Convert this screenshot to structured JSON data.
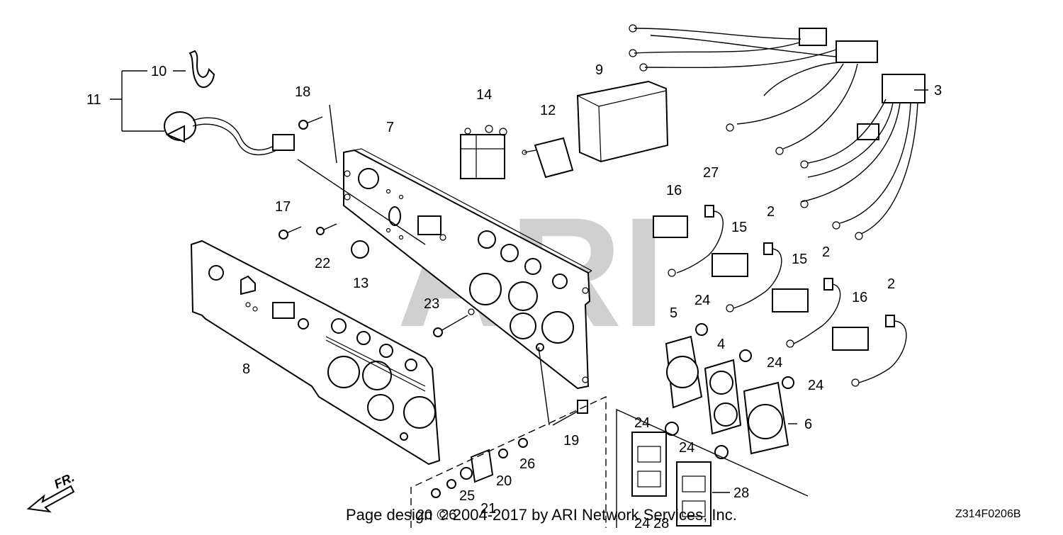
{
  "diagram": {
    "part_numbers": [
      "2",
      "2",
      "2",
      "3",
      "4",
      "5",
      "6",
      "7",
      "8",
      "9",
      "10",
      "11",
      "12",
      "13",
      "14",
      "15",
      "15",
      "16",
      "16",
      "17",
      "18",
      "19",
      "20",
      "20",
      "21",
      "22",
      "23",
      "24",
      "24",
      "24",
      "24",
      "24",
      "24",
      "25",
      "26",
      "26",
      "27",
      "28",
      "28"
    ],
    "watermark": "ARI",
    "footer_copyright": "Page design © 2004-2017 by ARI Network Services, Inc.",
    "diagram_code": "Z314F0206B",
    "direction_label": "FR."
  }
}
